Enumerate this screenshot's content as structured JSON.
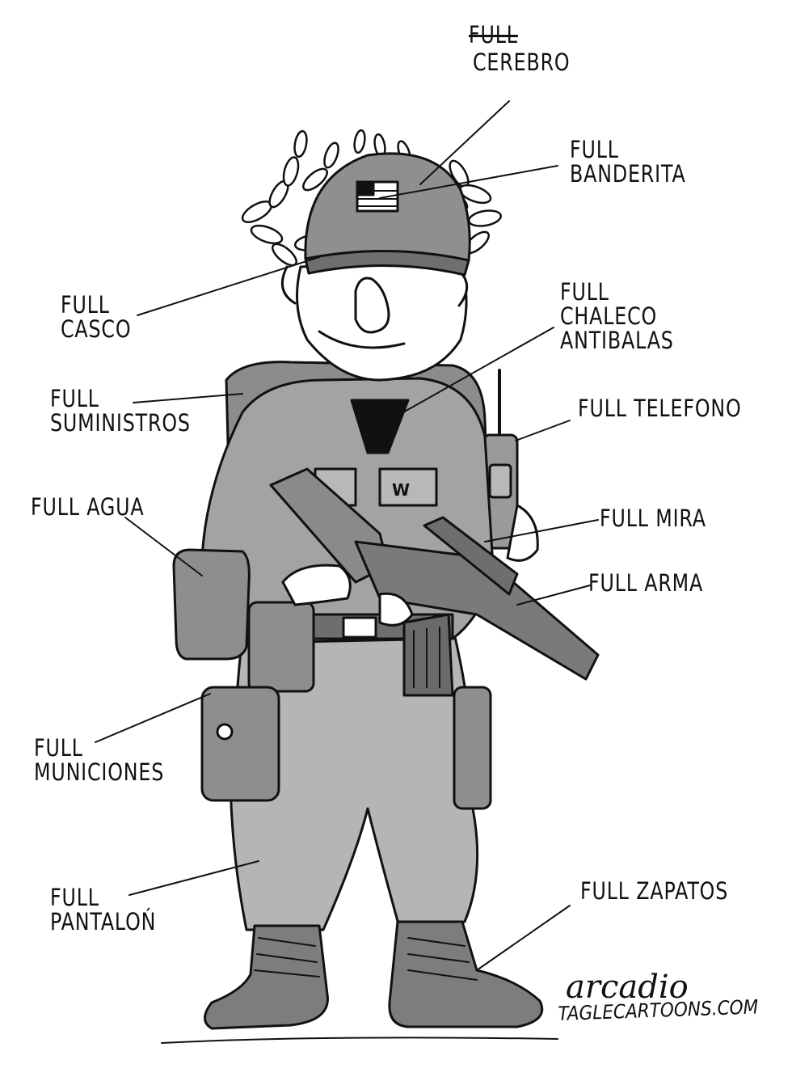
{
  "labels": {
    "crossed": "FULL",
    "cerebro": "CEREBRO",
    "banderita": [
      "FULL",
      "BANDERITA"
    ],
    "casco": [
      "FULL",
      "CASCO"
    ],
    "chaleco": [
      "FULL",
      "CHALECO",
      "ANTIBALAS"
    ],
    "suministros": [
      "FULL",
      "SUMINISTROS"
    ],
    "telefono": "FULL TELEFONO",
    "agua": "FULL AGUA",
    "mira": "FULL MIRA",
    "arma": "FULL ARMA",
    "municiones": [
      "FULL",
      "MUNICIONES"
    ],
    "pantalon": [
      "FULL",
      "PANTALOŃ"
    ],
    "zapatos": "FULL ZAPATOS"
  },
  "signature": "arcadio",
  "website": "TAGLECARTOONS.COM",
  "colors": {
    "ink": "#111111",
    "uniform": "#9a9a9a",
    "uniform_light": "#b8b8b8",
    "dark": "#555555",
    "skin": "#ffffff"
  }
}
